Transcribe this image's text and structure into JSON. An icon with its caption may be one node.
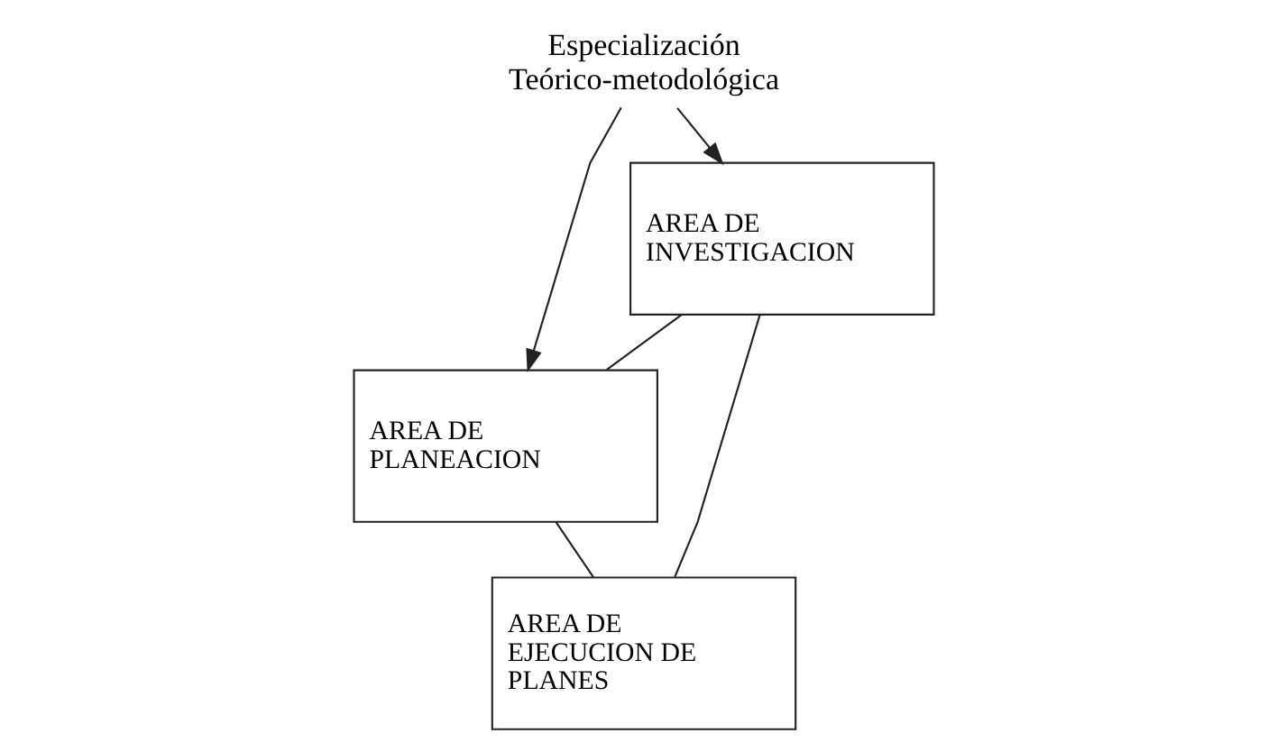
{
  "diagram": {
    "nodes": [
      {
        "text": [
          "Especialización Teórico-metodológica"
        ]
      },
      {
        "text": [
          "AREA DE INVESTIGACION"
        ]
      },
      {
        "text": [
          "AREA DE PLANEACION"
        ]
      },
      {
        "text": [
          "AREA DE EJECUCION DE PLANES"
        ]
      }
    ],
    "edges": [
      {
        "from": 0,
        "to": 1,
        "arrow": "to"
      },
      {
        "from": 0,
        "to": 2,
        "arrow": "to"
      },
      {
        "from": 1,
        "to": 2,
        "arrow": "none"
      },
      {
        "from": 2,
        "to": 3,
        "arrow": "none"
      },
      {
        "from": 1,
        "to": 3,
        "arrow": "none"
      }
    ]
  }
}
